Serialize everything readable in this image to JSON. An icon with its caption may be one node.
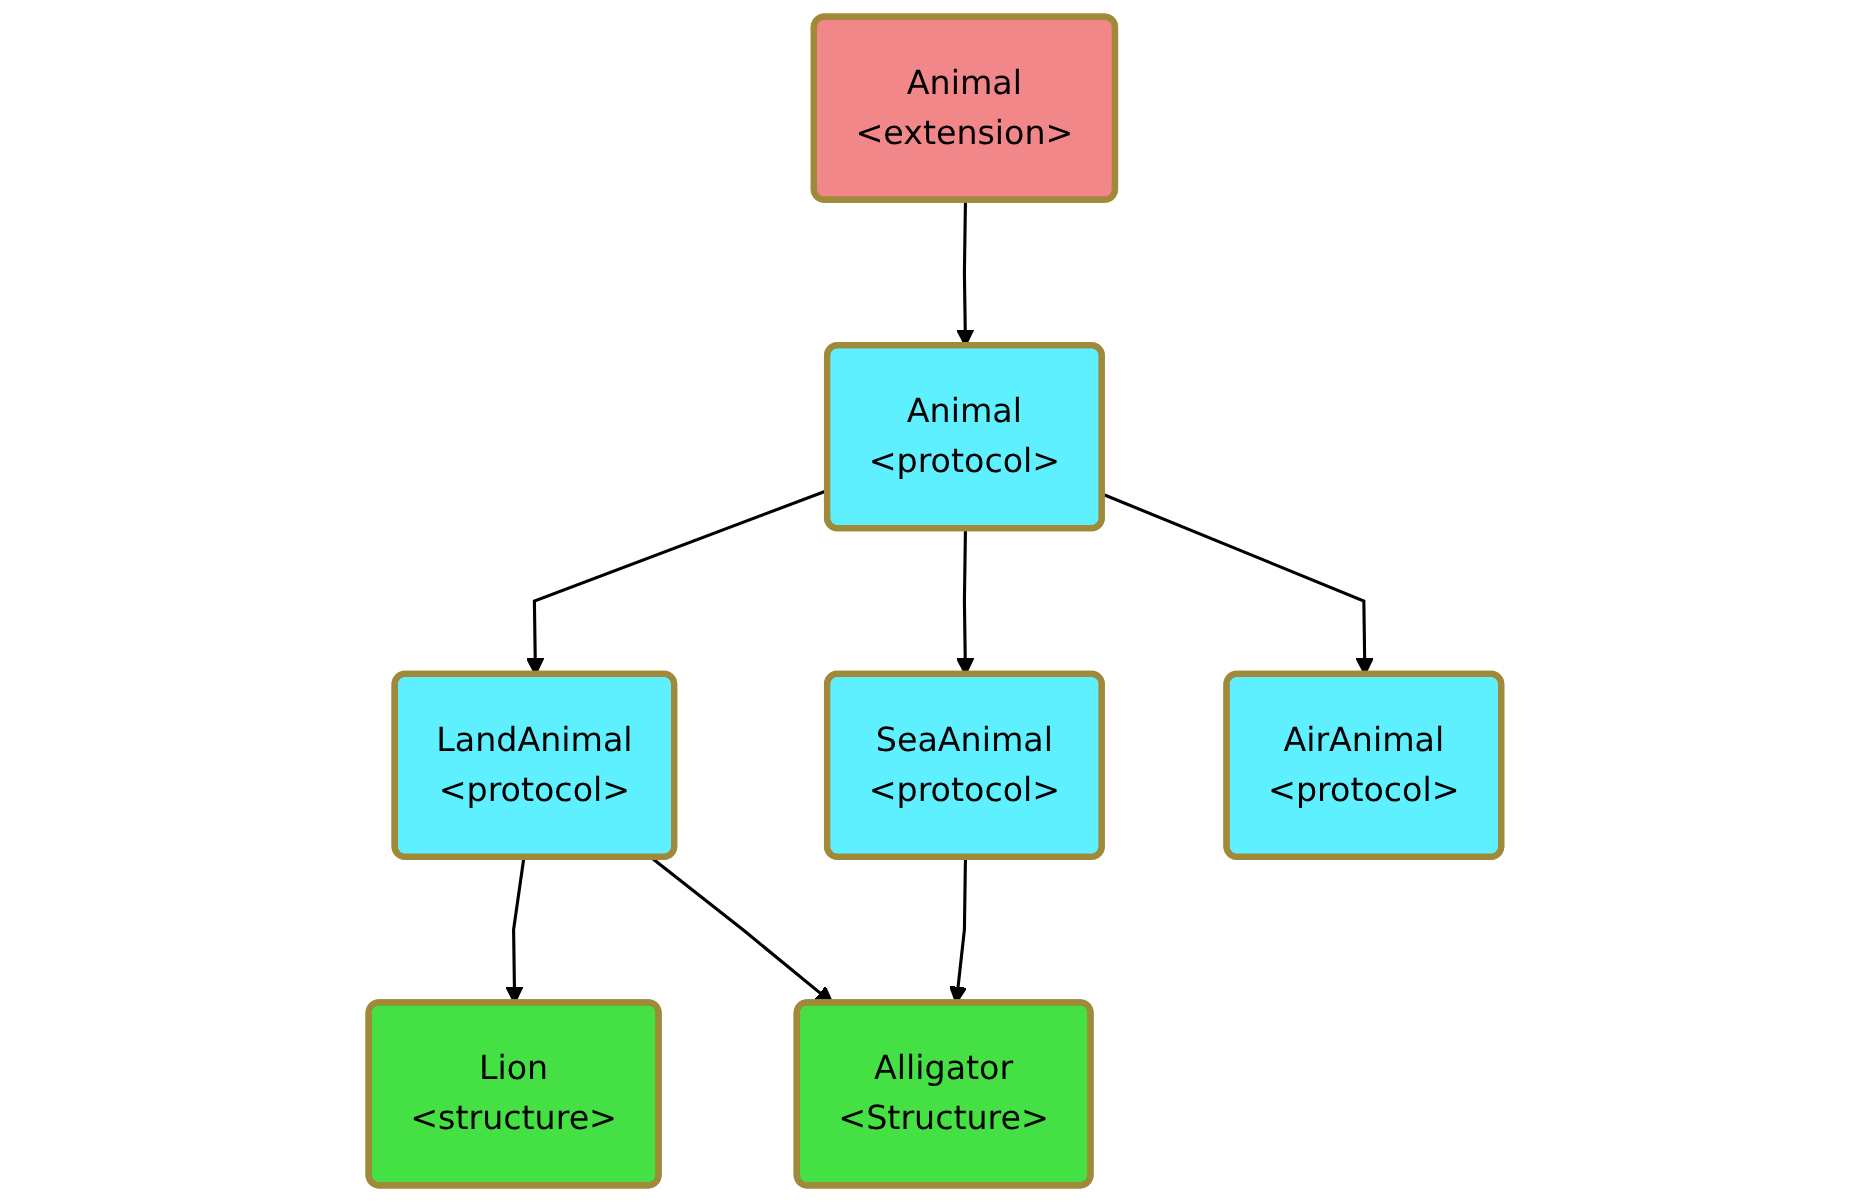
{
  "diagram": {
    "nodes": [
      {
        "text": [
          "Animal",
          "<protocol>"
        ]
      },
      {
        "text": [
          "Animal",
          "<extension>"
        ]
      },
      {
        "text": [
          "LandAnimal",
          "<protocol>"
        ]
      },
      {
        "text": [
          "SeaAnimal",
          "<protocol>"
        ]
      },
      {
        "text": [
          "AirAnimal",
          "<protocol>"
        ]
      },
      {
        "text": [
          "Lion",
          "<structure>"
        ]
      },
      {
        "text": [
          "Alligator",
          "<Structure>"
        ]
      }
    ],
    "edges": [
      {
        "from": 1,
        "to": 0,
        "arrow": "to"
      },
      {
        "from": 0,
        "to": 2,
        "arrow": "to"
      },
      {
        "from": 0,
        "to": 3,
        "arrow": "to"
      },
      {
        "from": 0,
        "to": 4,
        "arrow": "to"
      },
      {
        "from": 2,
        "to": 5,
        "arrow": "to"
      },
      {
        "from": 2,
        "to": 6,
        "arrow": "to"
      },
      {
        "from": 3,
        "to": 6,
        "arrow": "to"
      }
    ]
  }
}
